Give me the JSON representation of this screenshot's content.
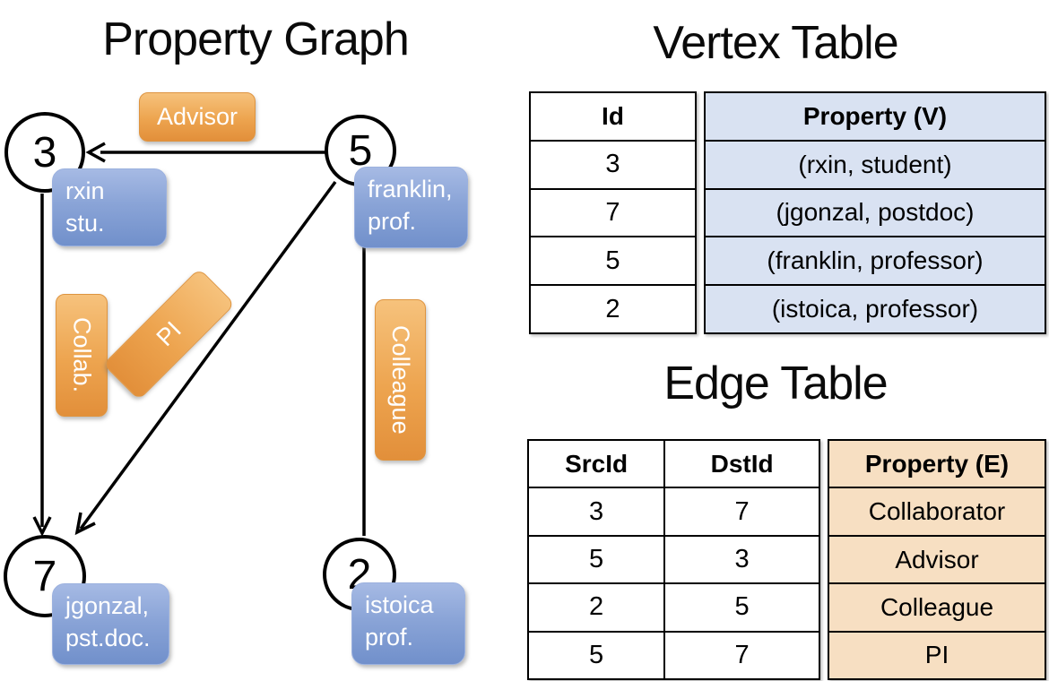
{
  "titles": {
    "graph": "Property Graph",
    "vertex_table": "Vertex Table",
    "edge_table": "Edge Table"
  },
  "graph": {
    "nodes": {
      "n3": "3",
      "n5": "5",
      "n7": "7",
      "n2": "2"
    },
    "vertex_labels": {
      "v3": {
        "line1": "rxin",
        "line2": "stu."
      },
      "v5": {
        "line1": "franklin,",
        "line2": "prof."
      },
      "v7": {
        "line1": "jgonzal,",
        "line2": "pst.doc."
      },
      "v2": {
        "line1": "istoica",
        "line2": "prof."
      }
    },
    "edge_labels": {
      "advisor": "Advisor",
      "collab": "Collab.",
      "pi": "PI",
      "colleague": "Colleague"
    }
  },
  "vertex_table": {
    "col_id": "Id",
    "col_property": "Property (V)",
    "rows": [
      {
        "id": "3",
        "property": "(rxin, student)"
      },
      {
        "id": "7",
        "property": "(jgonzal, postdoc)"
      },
      {
        "id": "5",
        "property": "(franklin, professor)"
      },
      {
        "id": "2",
        "property": "(istoica, professor)"
      }
    ]
  },
  "edge_table": {
    "col_src": "SrcId",
    "col_dst": "DstId",
    "col_property": "Property (E)",
    "rows": [
      {
        "src": "3",
        "dst": "7",
        "property": "Collaborator"
      },
      {
        "src": "5",
        "dst": "3",
        "property": "Advisor"
      },
      {
        "src": "2",
        "dst": "5",
        "property": "Colleague"
      },
      {
        "src": "5",
        "dst": "7",
        "property": "PI"
      }
    ]
  },
  "colors": {
    "edge_label_fill": "#ECA44F",
    "vertex_label_fill": "#7E9CD4",
    "vertex_property_fill": "#D9E2F2",
    "edge_property_fill": "#F7DFC2",
    "line": "#000000"
  }
}
